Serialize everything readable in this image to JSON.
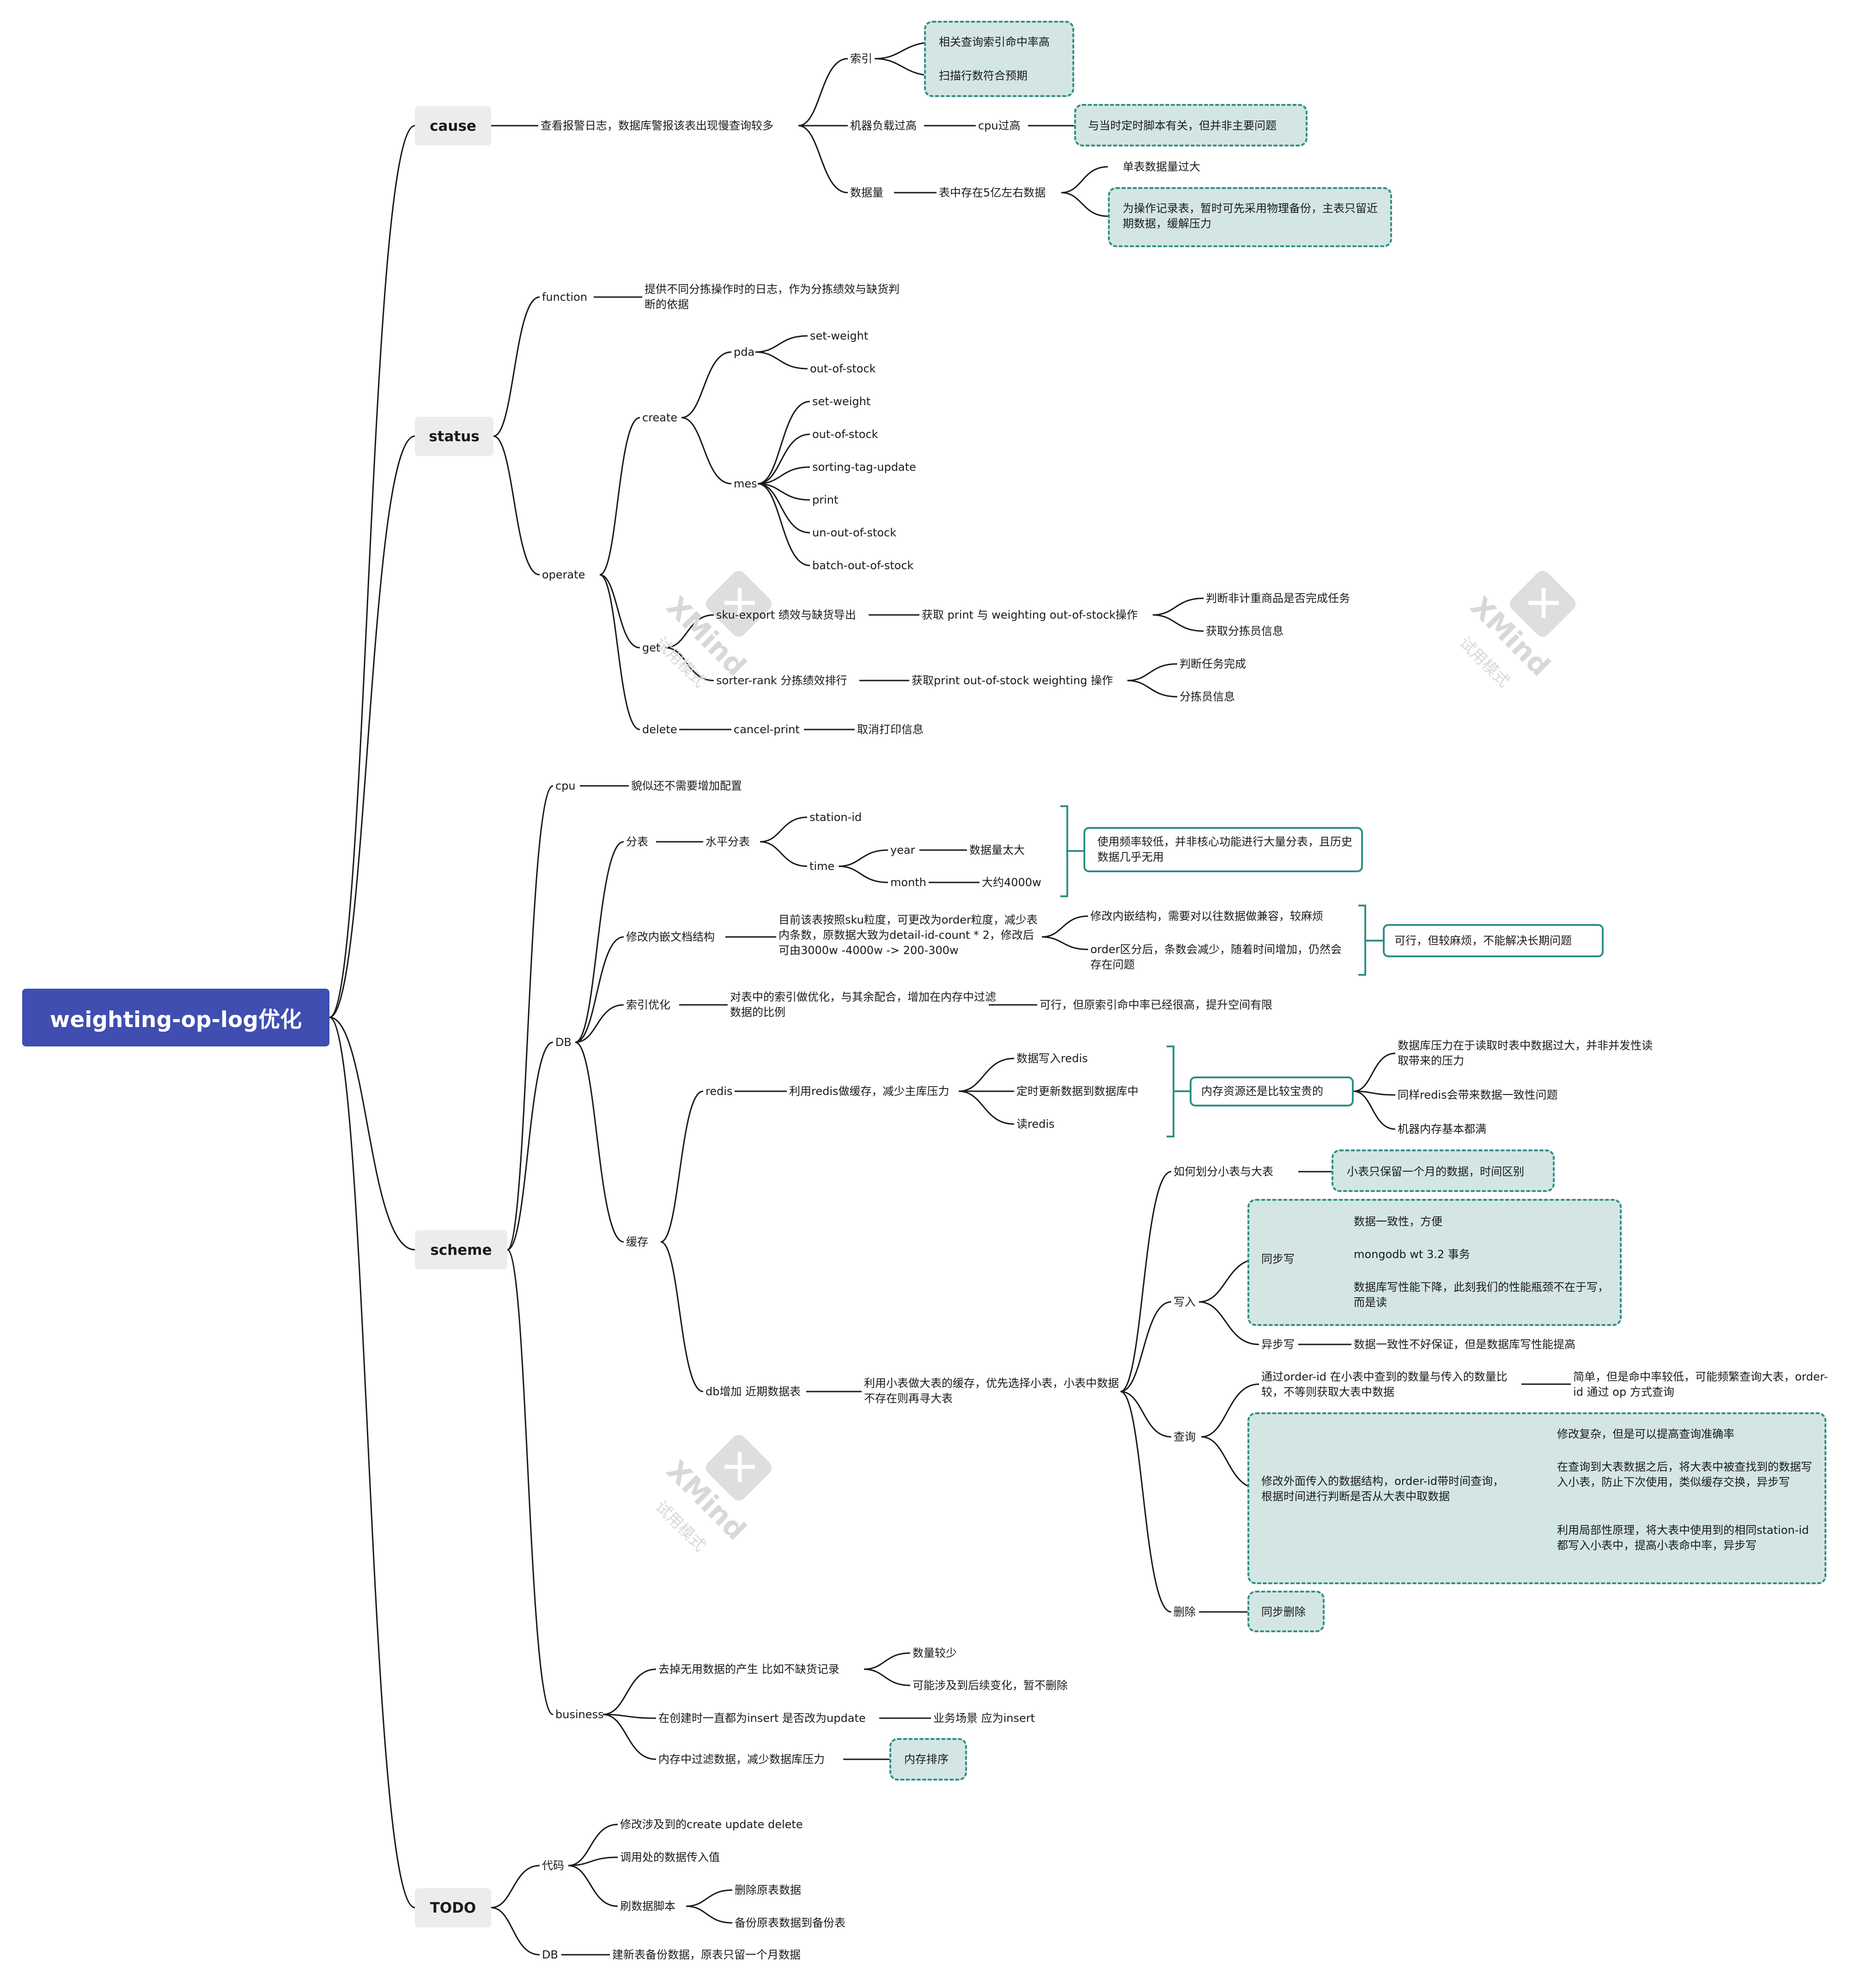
{
  "root": "weighting-op-log优化",
  "main": {
    "cause": "cause",
    "status": "status",
    "scheme": "scheme",
    "todo": "TODO"
  },
  "cause": {
    "desc": "查看报警日志，数据库警报该表出现慢查询较多",
    "index": "索引",
    "index_a": "相关查询索引命中率高",
    "index_b": "扫描行数符合预期",
    "load": "机器负载过高",
    "cpu": "cpu过高",
    "cpu_note": "与当时定时脚本有关，但并非主要问题",
    "volume": "数据量",
    "volume_desc": "表中存在5亿左右数据",
    "vol_a": "单表数据量过大",
    "vol_b": "为操作记录表，暂时可先采用物理备份，主表只留近期数据，缓解压力"
  },
  "status": {
    "function": "function",
    "function_desc": "提供不同分拣操作时的日志，作为分拣绩效与缺货判断的依据",
    "operate": "operate",
    "create": "create",
    "pda": "pda",
    "pda_items": [
      "set-weight",
      "out-of-stock"
    ],
    "mes": "mes",
    "mes_items": [
      "set-weight",
      "out-of-stock",
      "sorting-tag-update",
      "print",
      "un-out-of-stock",
      "batch-out-of-stock"
    ],
    "get": "get",
    "sku_export": "sku-export 绩效与缺货导出",
    "sku_export_op": "获取 print 与 weighting out-of-stock操作",
    "sku_a": "判断非计重商品是否完成任务",
    "sku_b": "获取分拣员信息",
    "sorter_rank": "sorter-rank 分拣绩效排行",
    "sorter_op": "获取print out-of-stock weighting 操作",
    "sorter_a": "判断任务完成",
    "sorter_b": "分拣员信息",
    "delete": "delete",
    "cancel_print": "cancel-print",
    "cancel_desc": "取消打印信息"
  },
  "scheme": {
    "cpu": "cpu",
    "cpu_desc": "貌似还不需要增加配置",
    "db": "DB",
    "split": "分表",
    "horizontal": "水平分表",
    "station_id": "station-id",
    "time": "time",
    "year": "year",
    "year_desc": "数据量太大",
    "month": "month",
    "month_desc": "大约4000w",
    "split_note": "使用频率较低，并非核心功能进行大量分表，且历史数据几乎无用",
    "embed": "修改内嵌文档结构",
    "embed_desc": "目前该表按照sku粒度，可更改为order粒度，减少表内条数，原数据大致为detail-id-count * 2，修改后可由3000w -4000w -> 200-300w",
    "embed_a": "修改内嵌结构，需要对以往数据做兼容，较麻烦",
    "embed_b": "order区分后，条数会减少，随着时间增加，仍然会存在问题",
    "embed_note": "可行，但较麻烦，不能解决长期问题",
    "idx": "索引优化",
    "idx_desc": "对表中的索引做优化，与其余配合，增加在内存中过滤数据的比例",
    "idx_note": "可行，但原索引命中率已经很高，提升空间有限",
    "cache": "缓存",
    "redis": "redis",
    "redis_desc": "利用redis做缓存，减少主库压力",
    "redis_a": "数据写入redis",
    "redis_b": "定时更新数据到数据库中",
    "redis_c": "读redis",
    "redis_note": "内存资源还是比较宝贵的",
    "redis_n1": "数据库压力在于读取时表中数据过大，并非并发性读取带来的压力",
    "redis_n2": "同样redis会带来数据一致性问题",
    "redis_n3": "机器内存基本都满",
    "recent": "db增加 近期数据表",
    "recent_desc": "利用小表做大表的缓存，优先选择小表，小表中数据不存在则再寻大表",
    "divide": "如何划分小表与大表",
    "divide_note": "小表只保留一个月的数据，时间区别",
    "write": "写入",
    "sync": "同步写",
    "sync_a": "数据一致性，方便",
    "sync_b": "mongodb wt 3.2 事务",
    "sync_c": "数据库写性能下降，此刻我们的性能瓶颈不在于写，而是读",
    "async": "异步写",
    "async_desc": "数据一致性不好保证，但是数据库写性能提高",
    "query": "查询",
    "query_a": "通过order-id 在小表中查到的数量与传入的数量比较，不等则获取大表中数据",
    "query_a_note": "简单，但是命中率较低，可能频繁查询大表，order-id 通过 op 方式查询",
    "query_b": "修改外面传入的数据结构，order-id带时间查询，根据时间进行判断是否从大表中取数据",
    "query_b1": "修改复杂，但是可以提高查询准确率",
    "query_b2": "在查询到大表数据之后，将大表中被查找到的数据写入小表，防止下次使用，类似缓存交换，异步写",
    "query_b3": "利用局部性原理，将大表中使用到的相同station-id 都写入小表中，提高小表命中率，异步写",
    "del": "删除",
    "del_note": "同步删除",
    "business": "business",
    "biz_a": "去掉无用数据的产生 比如不缺货记录",
    "biz_a1": "数量较少",
    "biz_a2": "可能涉及到后续变化，暂不删除",
    "biz_b": "在创建时一直都为insert 是否改为update",
    "biz_b1": "业务场景 应为insert",
    "biz_c": "内存中过滤数据，减少数据库压力",
    "biz_c1": "内存排序"
  },
  "todo": {
    "code": "代码",
    "code_a": "修改涉及到的create update delete",
    "code_b": "调用处的数据传入值",
    "code_c": "刷数据脚本",
    "code_c1": "删除原表数据",
    "code_c2": "备份原表数据到备份表",
    "db": "DB",
    "db_desc": "建新表备份数据，原表只留一个月数据"
  },
  "watermark": {
    "brand": "XMind",
    "sub": "试用模式"
  },
  "colors": {
    "root": "#3f4eb0",
    "main_bg": "#ececec",
    "accent": "#2f8f86",
    "note_fill": "#d3e6e3",
    "line": "#1a1a1a"
  }
}
